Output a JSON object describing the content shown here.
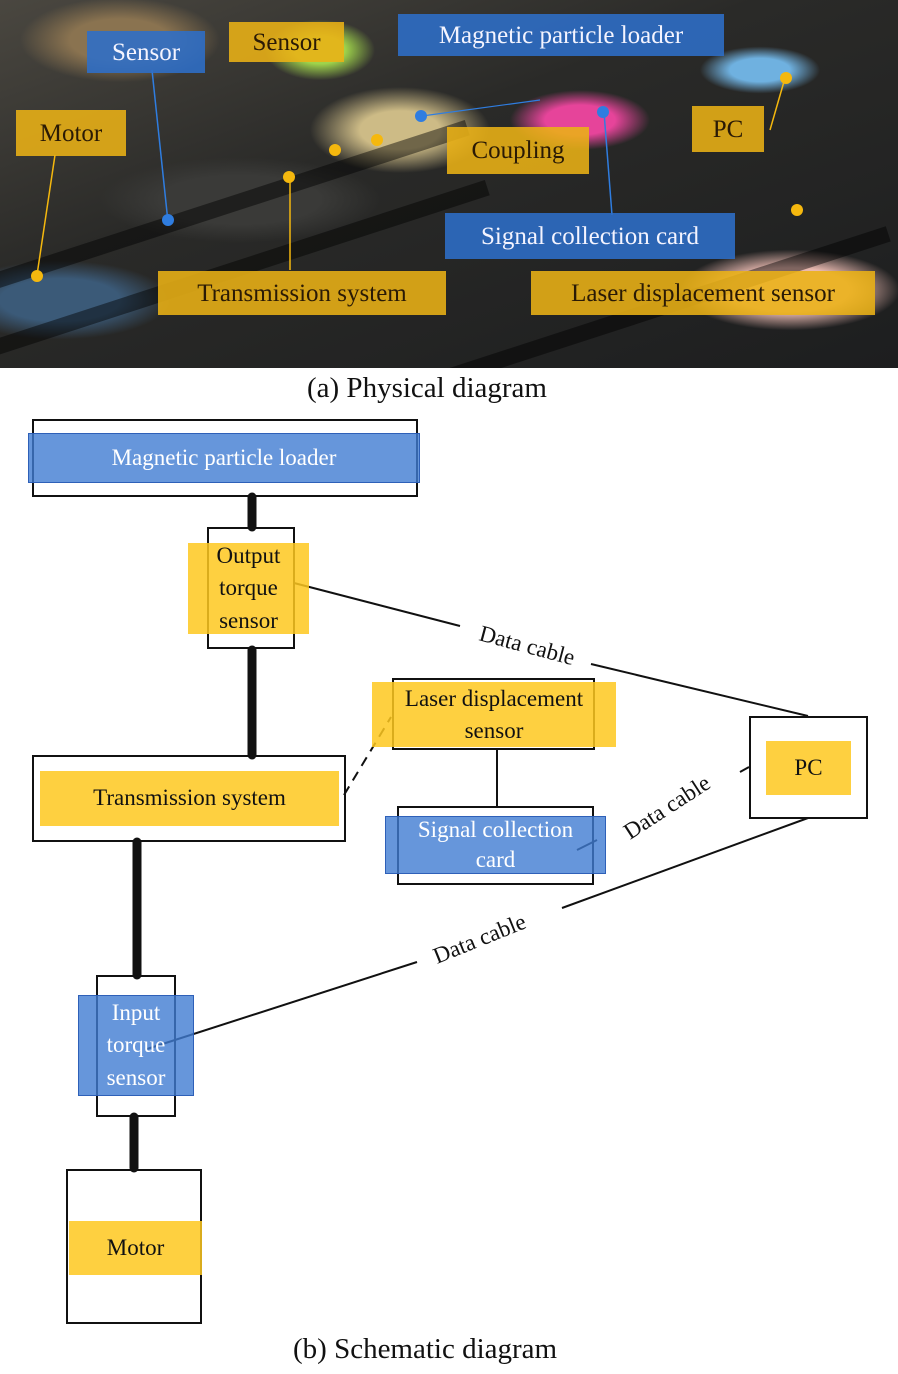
{
  "figure": {
    "panel_a": {
      "caption": "(a) Physical diagram",
      "labels": {
        "sensor_blue": "Sensor",
        "sensor_yellow": "Sensor",
        "magnetic_particle_loader": "Magnetic particle loader",
        "motor": "Motor",
        "coupling": "Coupling",
        "pc": "PC",
        "signal_collection_card": "Signal collection card",
        "transmission_system": "Transmission system",
        "laser_displacement_sensor": "Laser displacement sensor"
      }
    },
    "panel_b": {
      "caption": "(b) Schematic diagram",
      "blocks": {
        "magnetic_particle_loader": "Magnetic particle loader",
        "output_torque_sensor": [
          "Output",
          "torque",
          "sensor"
        ],
        "laser_displacement_sensor": [
          "Laser displacement",
          "sensor"
        ],
        "transmission_system": "Transmission system",
        "pc": "PC",
        "signal_collection_card": [
          "Signal collection",
          "card"
        ],
        "input_torque_sensor": [
          "Input",
          "torque",
          "sensor"
        ],
        "motor": "Motor"
      },
      "cable_labels": {
        "top": "Data cable",
        "middle": "Data cable",
        "bottom": "Data cable"
      }
    },
    "colors": {
      "yellow": "#FEC81E",
      "blue": "#407CD2",
      "line": "#111111"
    }
  }
}
